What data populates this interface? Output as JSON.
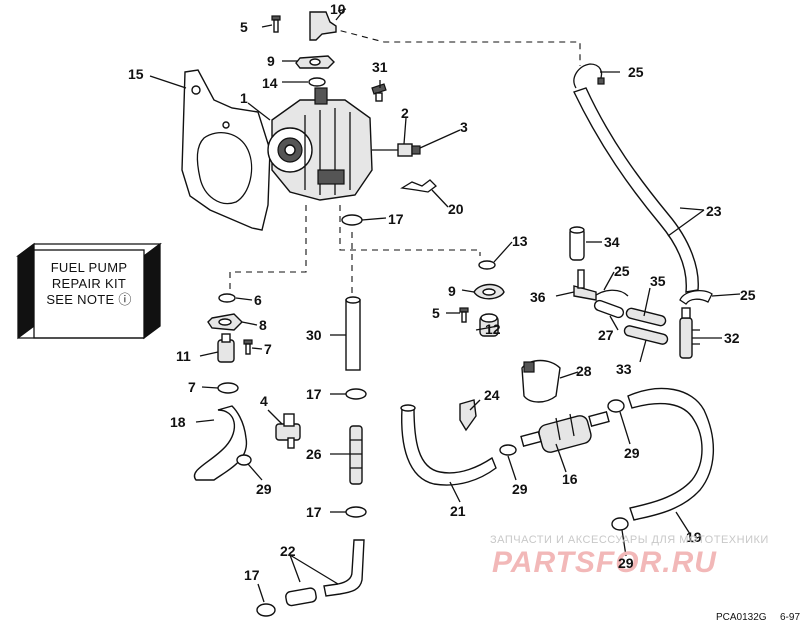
{
  "note_box": {
    "line1": "FUEL PUMP",
    "line2": "REPAIR KIT",
    "line3": "SEE NOTE ⓘ"
  },
  "callouts": {
    "c1": "1",
    "c2": "2",
    "c3": "3",
    "c4": "4",
    "c5a": "5",
    "c5b": "5",
    "c6": "6",
    "c7a": "7",
    "c7b": "7",
    "c8": "8",
    "c9a": "9",
    "c9b": "9",
    "c10": "10",
    "c11": "11",
    "c12": "12",
    "c13": "13",
    "c14": "14",
    "c15": "15",
    "c16": "16",
    "c17a": "17",
    "c17b": "17",
    "c17c": "17",
    "c17d": "17",
    "c18": "18",
    "c19": "19",
    "c20": "20",
    "c21": "21",
    "c22": "22",
    "c23": "23",
    "c24": "24",
    "c25a": "25",
    "c25b": "25",
    "c25c": "25",
    "c26": "26",
    "c27": "27",
    "c28": "28",
    "c29a": "29",
    "c29b": "29",
    "c29c": "29",
    "c29d": "29",
    "c30": "30",
    "c31": "31",
    "c32": "32",
    "c33": "33",
    "c34": "34",
    "c35": "35",
    "c36": "36"
  },
  "watermark": {
    "line1": "ЗАПЧАСТИ И АКСЕССУАРЫ ДЛЯ МОТОТЕХНИКИ",
    "line2": "PARTSFOR.RU"
  },
  "footer": {
    "code": "PCA0132G",
    "date": "6-97"
  }
}
